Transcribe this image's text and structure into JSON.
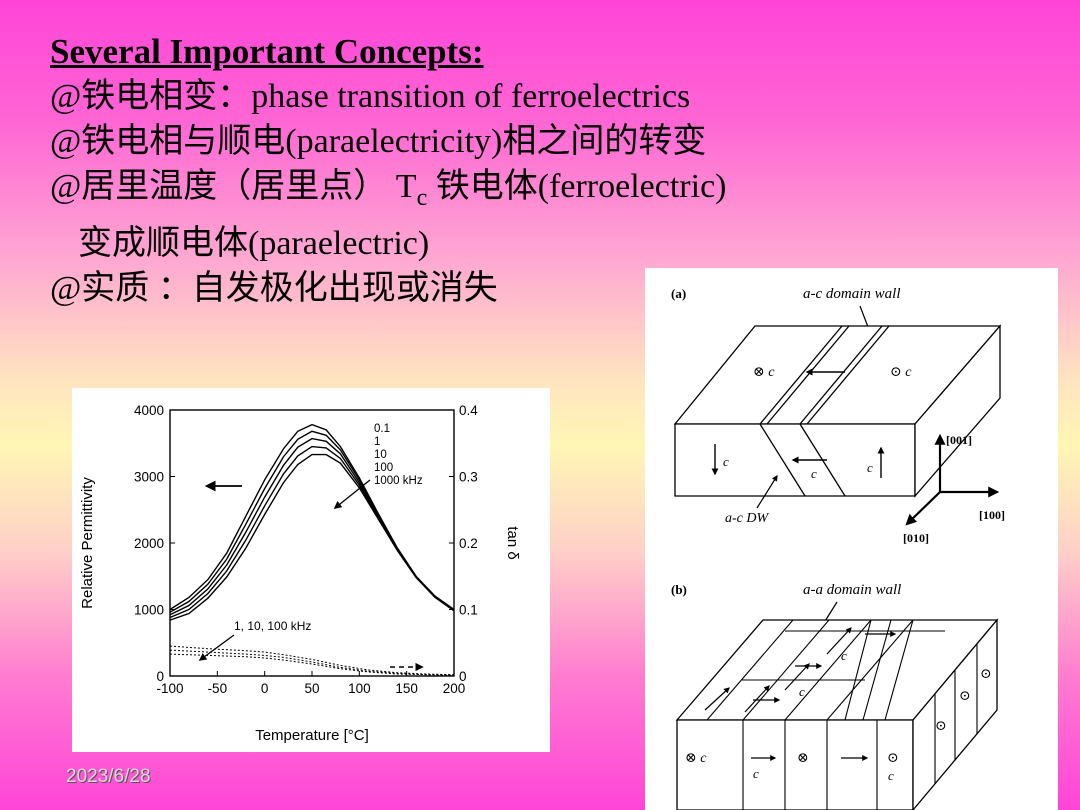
{
  "slide": {
    "heading": "Several Important Concepts:",
    "line1": "@铁电相变：phase transition of ferroelectrics",
    "line2": "@铁电相与顺电(paraelectricity)相之间的转变",
    "line3_before": "@居里温度（居里点） T",
    "line3_sub": "c",
    "line3_after": " 铁电体(ferroelectric)",
    "line4": "变成顺电体(paraelectric)",
    "line5": "@实质 ：自发极化出现或消失",
    "date": "2023/6/28"
  },
  "chart_data": {
    "type": "line",
    "xlabel": "Temperature [°C]",
    "ylabel": "Relative Permittivity",
    "y2label": "tan δ",
    "xlim": [
      -100,
      200
    ],
    "ylim": [
      0,
      4000
    ],
    "y2lim": [
      0,
      0.4
    ],
    "xticks": [
      "-100",
      "-50",
      "0",
      "50",
      "100",
      "150",
      "200"
    ],
    "yticks": [
      "0",
      "1000",
      "2000",
      "3000",
      "4000"
    ],
    "y2ticks": [
      "0",
      "0.1",
      "0.2",
      "0.3",
      "0.4"
    ],
    "freq_labels": [
      "0.1",
      "1",
      "10",
      "100",
      "1000 kHz"
    ],
    "loss_label": "1, 10, 100 kHz",
    "series": [
      {
        "name": "0.1",
        "axis": "left",
        "x": [
          -100,
          -80,
          -60,
          -40,
          -20,
          0,
          20,
          35,
          50,
          65,
          80,
          100,
          120,
          140,
          160,
          180,
          200
        ],
        "y": [
          1000,
          1180,
          1450,
          1850,
          2400,
          2950,
          3420,
          3680,
          3780,
          3700,
          3450,
          2980,
          2440,
          1930,
          1500,
          1200,
          1000
        ]
      },
      {
        "name": "1",
        "axis": "left",
        "x": [
          -100,
          -80,
          -60,
          -40,
          -20,
          0,
          20,
          35,
          50,
          65,
          80,
          100,
          120,
          140,
          160,
          180,
          200
        ],
        "y": [
          960,
          1120,
          1380,
          1760,
          2280,
          2820,
          3300,
          3560,
          3680,
          3620,
          3400,
          2950,
          2420,
          1920,
          1495,
          1195,
          995
        ]
      },
      {
        "name": "10",
        "axis": "left",
        "x": [
          -100,
          -80,
          -60,
          -40,
          -20,
          0,
          20,
          35,
          50,
          65,
          80,
          100,
          120,
          140,
          160,
          180,
          200
        ],
        "y": [
          920,
          1060,
          1310,
          1670,
          2160,
          2690,
          3170,
          3440,
          3570,
          3530,
          3340,
          2910,
          2400,
          1910,
          1490,
          1190,
          990
        ]
      },
      {
        "name": "100",
        "axis": "left",
        "x": [
          -100,
          -80,
          -60,
          -40,
          -20,
          0,
          20,
          35,
          50,
          65,
          80,
          100,
          120,
          140,
          160,
          180,
          200
        ],
        "y": [
          880,
          1000,
          1240,
          1580,
          2040,
          2560,
          3040,
          3310,
          3450,
          3430,
          3270,
          2870,
          2380,
          1900,
          1485,
          1185,
          985
        ]
      },
      {
        "name": "1000 kHz",
        "axis": "left",
        "x": [
          -100,
          -80,
          -60,
          -40,
          -20,
          0,
          20,
          35,
          50,
          65,
          80,
          100,
          120,
          140,
          160,
          180,
          200
        ],
        "y": [
          840,
          940,
          1170,
          1490,
          1920,
          2430,
          2910,
          3180,
          3330,
          3330,
          3200,
          2830,
          2360,
          1890,
          1480,
          1180,
          980
        ]
      },
      {
        "name": "1, 10, 100 kHz (tan δ, 1)",
        "axis": "right",
        "dashed": true,
        "x": [
          -100,
          -60,
          -20,
          0,
          20,
          50,
          80,
          110,
          140,
          170,
          200
        ],
        "y": [
          0.045,
          0.041,
          0.038,
          0.036,
          0.032,
          0.025,
          0.016,
          0.009,
          0.005,
          0.003,
          0.002
        ]
      },
      {
        "name": "1, 10, 100 kHz (tan δ, 2)",
        "axis": "right",
        "dashed": true,
        "x": [
          -100,
          -60,
          -20,
          0,
          20,
          50,
          80,
          110,
          140,
          170,
          200
        ],
        "y": [
          0.039,
          0.036,
          0.033,
          0.031,
          0.028,
          0.021,
          0.013,
          0.007,
          0.004,
          0.002,
          0.001
        ]
      },
      {
        "name": "1, 10, 100 kHz (tan δ, 3)",
        "axis": "right",
        "dashed": true,
        "x": [
          -100,
          -60,
          -20,
          0,
          20,
          50,
          80,
          110,
          140,
          170,
          200
        ],
        "y": [
          0.033,
          0.031,
          0.029,
          0.027,
          0.024,
          0.018,
          0.011,
          0.006,
          0.003,
          0.002,
          0.001
        ]
      }
    ]
  },
  "domain_figure": {
    "panel_a_label": "(a)",
    "panel_a_title": "a-c domain wall",
    "panel_a_dw": "a-c DW",
    "dir_001": "[001]",
    "dir_100": "[100]",
    "dir_010": "[010]",
    "panel_b_label": "(b)",
    "panel_b_title": "a-a domain wall",
    "c": "c",
    "cross_c": "⊗ c",
    "dot_c": "⊙ c",
    "cross": "⊗",
    "dot": "⊙"
  }
}
